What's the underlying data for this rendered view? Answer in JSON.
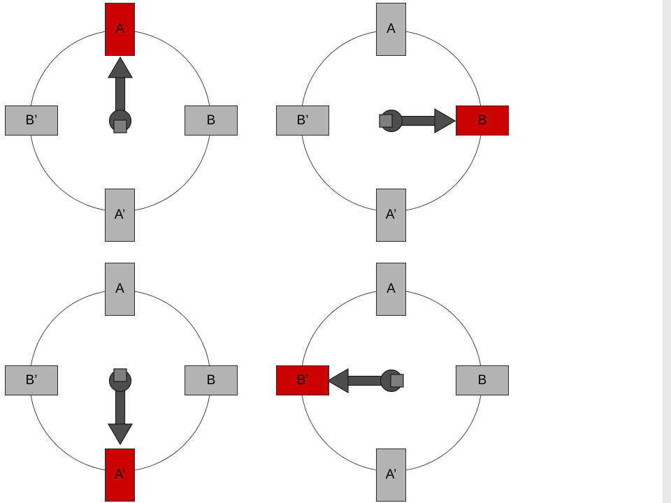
{
  "colors": {
    "active_pad": "#cc0000",
    "inactive_pad": "#b3b3b3",
    "pad_border": "#2b2b2b",
    "arrow_fill": "#4d4d4d",
    "arrow_tail": "#7f7f7f",
    "arrow_stroke": "#1a1a1a",
    "circle_stroke": "#444444",
    "label_text": "#000000"
  },
  "panels": [
    {
      "name": "step-1",
      "active": "top",
      "arrow_direction": "up",
      "labels": {
        "top": "A",
        "left": "B’",
        "right": "B",
        "bottom": "A’"
      }
    },
    {
      "name": "step-2",
      "active": "right",
      "arrow_direction": "right",
      "labels": {
        "top": "A",
        "left": "B’",
        "right": "B",
        "bottom": "A’"
      }
    },
    {
      "name": "step-3",
      "active": "bottom",
      "arrow_direction": "down",
      "labels": {
        "top": "A",
        "left": "B’",
        "right": "B",
        "bottom": "A’"
      }
    },
    {
      "name": "step-4",
      "active": "left",
      "arrow_direction": "left",
      "labels": {
        "top": "A",
        "left": "B’",
        "right": "B",
        "bottom": "A’"
      }
    }
  ]
}
